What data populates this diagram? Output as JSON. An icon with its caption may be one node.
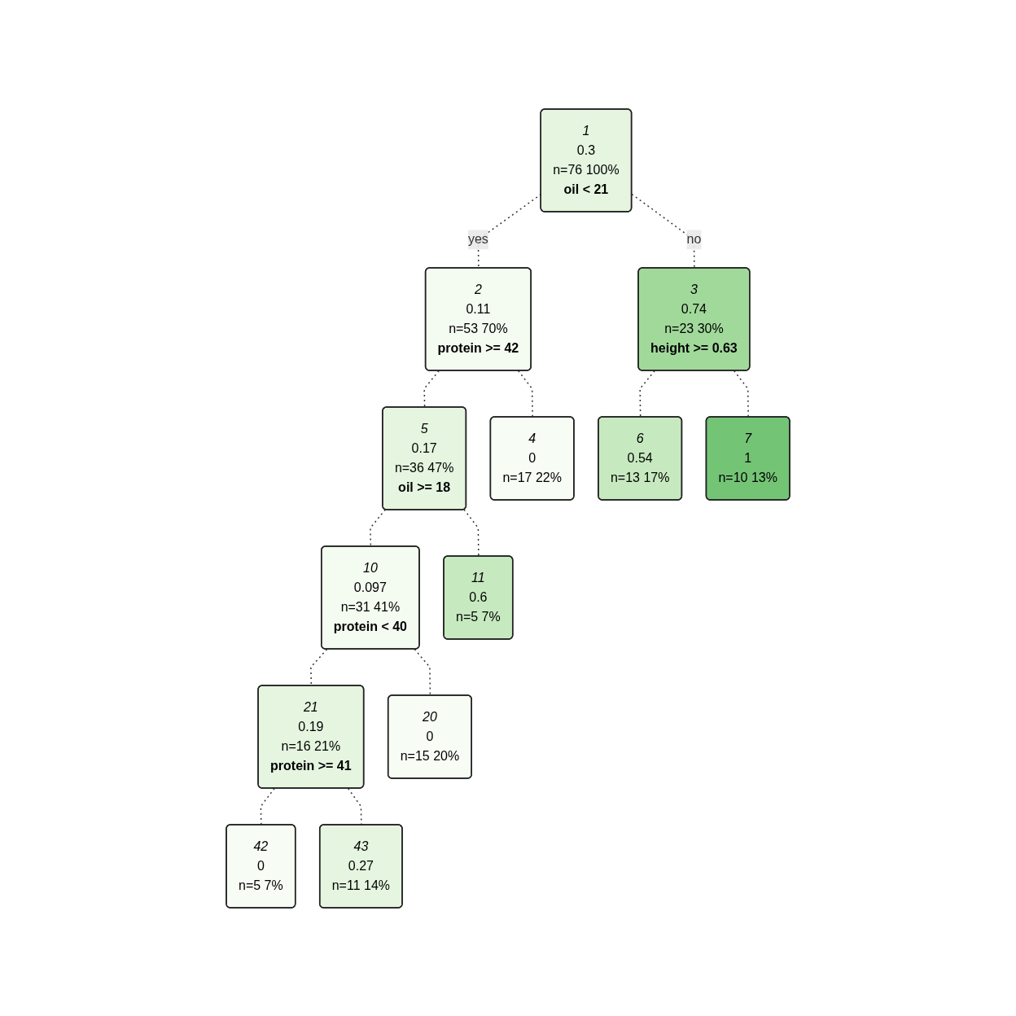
{
  "diagram": {
    "nodes": [
      {
        "text": [
          "1",
          "0.3",
          "n=76 100%",
          "oil < 21"
        ]
      },
      {
        "text": [
          "2",
          "0.11",
          "n=53 70%",
          "protein >= 42"
        ]
      },
      {
        "text": [
          "3",
          "0.74",
          "n=23 30%",
          "height >= 0.63"
        ]
      },
      {
        "text": [
          "5",
          "0.17",
          "n=36 47%",
          "oil >= 18"
        ]
      },
      {
        "text": [
          "10",
          "0.097",
          "n=31 41%",
          "protein < 40"
        ]
      },
      {
        "text": [
          "21",
          "0.19",
          "n=16 21%",
          "protein >= 41"
        ]
      },
      {
        "text": [
          "4",
          "0",
          "n=17 22%"
        ]
      },
      {
        "text": [
          "20",
          "0",
          "n=15 20%"
        ]
      },
      {
        "text": [
          "42",
          "0",
          "n=5 7%"
        ]
      },
      {
        "text": [
          "43",
          "0.27",
          "n=11 14%"
        ]
      },
      {
        "text": [
          "11",
          "0.6",
          "n=5 7%"
        ]
      },
      {
        "text": [
          "6",
          "0.54",
          "n=13 17%"
        ]
      },
      {
        "text": [
          "7",
          "1",
          "n=10 13%"
        ]
      }
    ],
    "edges": [
      {
        "from": 0,
        "to": 1,
        "arrow": "none",
        "style": "dashed",
        "label": "yes"
      },
      {
        "from": 0,
        "to": 2,
        "arrow": "none",
        "style": "dashed",
        "label": "no"
      },
      {
        "from": 1,
        "to": 6,
        "arrow": "none",
        "style": "dashed"
      },
      {
        "from": 1,
        "to": 3,
        "arrow": "none",
        "style": "dashed"
      },
      {
        "from": 3,
        "to": 4,
        "arrow": "none",
        "style": "dashed"
      },
      {
        "from": 3,
        "to": 10,
        "arrow": "none",
        "style": "dashed"
      },
      {
        "from": 4,
        "to": 7,
        "arrow": "none",
        "style": "dashed"
      },
      {
        "from": 4,
        "to": 5,
        "arrow": "none",
        "style": "dashed"
      },
      {
        "from": 5,
        "to": 8,
        "arrow": "none",
        "style": "dashed"
      },
      {
        "from": 5,
        "to": 9,
        "arrow": "none",
        "style": "dashed"
      },
      {
        "from": 2,
        "to": 11,
        "arrow": "none",
        "style": "dashed"
      },
      {
        "from": 2,
        "to": 12,
        "arrow": "none",
        "style": "dashed"
      }
    ]
  }
}
